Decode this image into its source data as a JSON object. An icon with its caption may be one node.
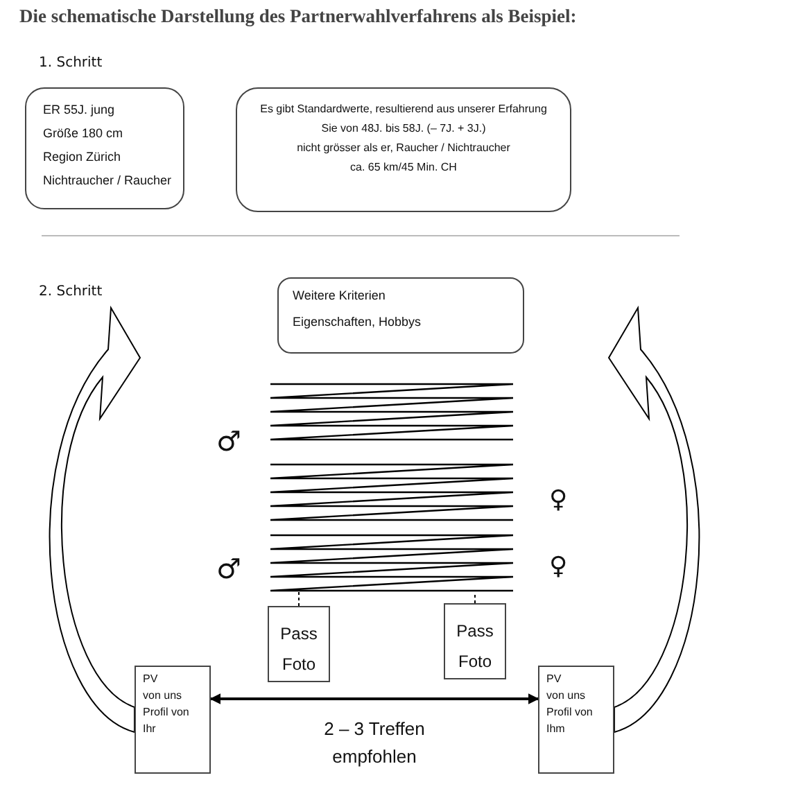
{
  "diagram": {
    "title": "Die schematische Darstellung des Partnerwahlverfahrens als Beispiel:",
    "nodes": [
      {
        "text": [
          "ER 55J. jung",
          "Größe 180 cm",
          "Region Zürich",
          "Nichtraucher / Raucher"
        ]
      },
      {
        "text": [
          "Es gibt Standardwerte, resultierend aus unserer Erfahrung",
          "Sie von 48J. bis 58J. (– 7J. + 3J.)",
          "nicht grösser als er, Raucher / Nichtraucher",
          "ca. 65 km/45 Min. CH"
        ]
      },
      {
        "text": [
          "Weitere Kriterien",
          "Eigenschaften, Hobbys"
        ]
      },
      {
        "text": [],
        "shape": "picture"
      },
      {
        "text": [
          "Pass Foto"
        ]
      },
      {
        "text": [
          "Pass Foto"
        ]
      },
      {
        "text": [
          "PV",
          "von uns",
          "Profil von",
          "Ihr"
        ]
      },
      {
        "text": [
          "PV",
          "von uns",
          "Profil von",
          "Ihm"
        ]
      }
    ],
    "edges": [
      {
        "from": 4,
        "to": 3,
        "arrow": "none",
        "style": "dashed"
      },
      {
        "from": 5,
        "to": 3,
        "arrow": "none",
        "style": "dashed"
      },
      {
        "from": 6,
        "to": 7,
        "arrow": "both",
        "label": "2 – 3 Treffen empfohlen"
      },
      {
        "from": 6,
        "to": null,
        "arrow": "to"
      },
      {
        "from": 7,
        "to": null,
        "arrow": "to"
      }
    ],
    "labels": [
      "1. Schritt",
      "2. Schritt",
      "♂",
      "♀",
      "♂",
      "♀"
    ]
  }
}
